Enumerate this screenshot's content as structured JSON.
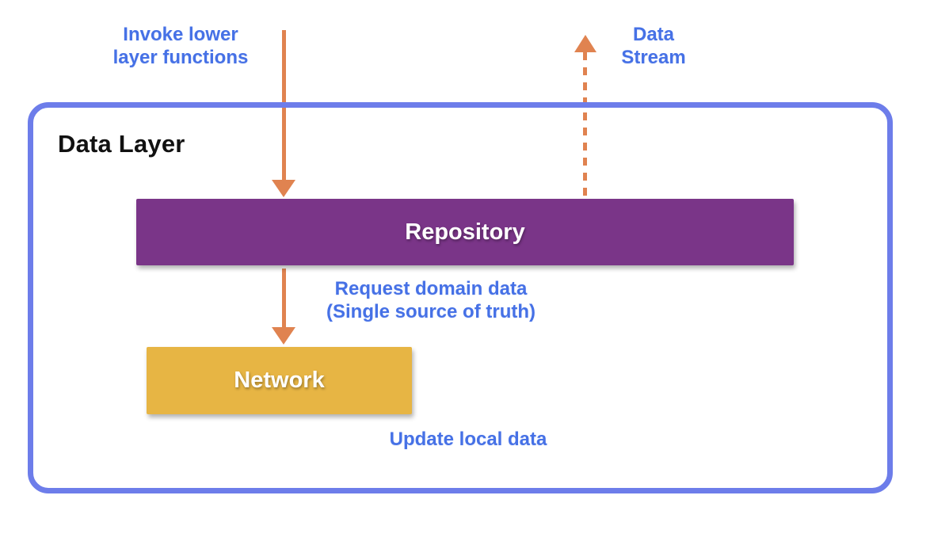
{
  "meta": {
    "type": "architecture-diagram",
    "title": "Data Layer"
  },
  "colors": {
    "background": "#FFFFFF",
    "container_border": "#6D7DEA",
    "annotation_blue": "#4671E6",
    "arrow_orange": "#E08350",
    "repository_fill": "#7A3588",
    "network_fill": "#E7B544",
    "box_text": "#FFFFFF",
    "title_text": "#111111"
  },
  "container": {
    "title": "Data Layer"
  },
  "boxes": {
    "repository": {
      "label": "Repository"
    },
    "network": {
      "label": "Network"
    }
  },
  "annotations": {
    "invoke_lower": "Invoke lower\nlayer functions",
    "data_stream": "Data\nStream",
    "request_domain": "Request domain data\n(Single source of truth)",
    "update_local": "Update local data"
  },
  "arrows": [
    {
      "name": "invoke-arrow",
      "style": "solid",
      "direction": "down",
      "to": "repository"
    },
    {
      "name": "data-stream-arrow",
      "style": "dashed",
      "direction": "up",
      "from": "repository"
    },
    {
      "name": "request-arrow",
      "style": "solid",
      "direction": "down",
      "from": "repository",
      "to": "network"
    }
  ]
}
